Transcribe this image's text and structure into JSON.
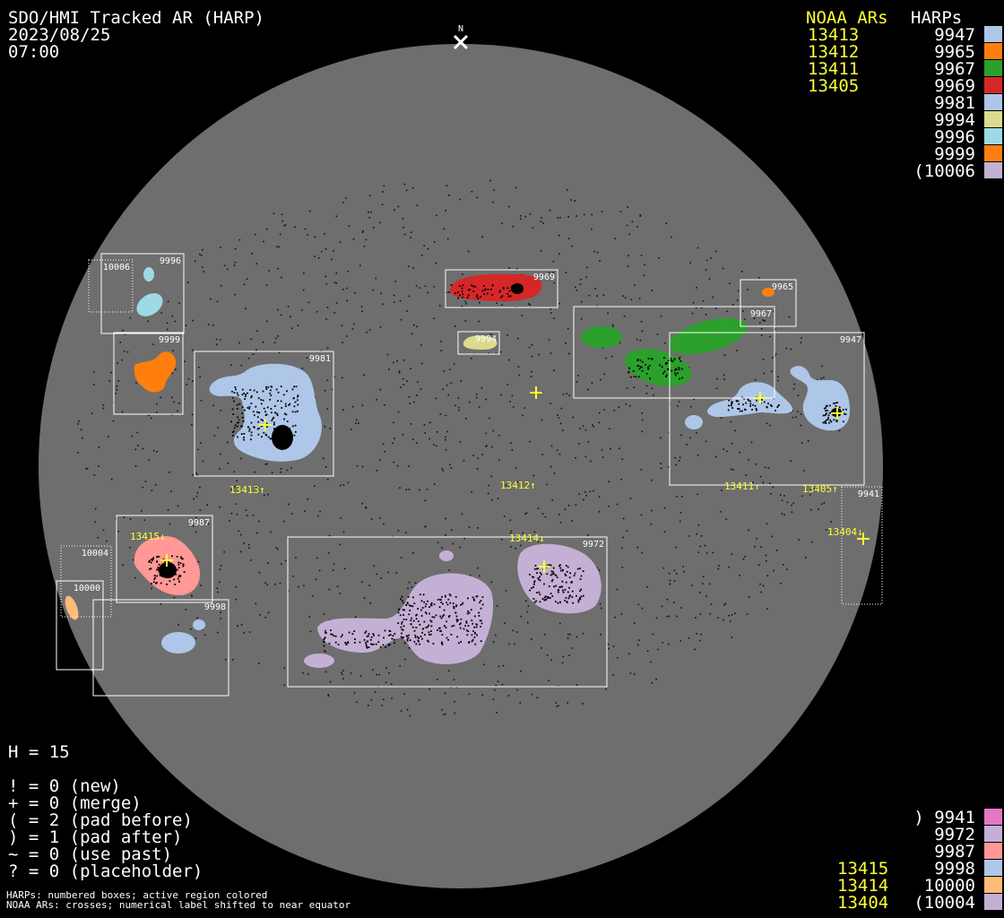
{
  "header": {
    "line1": "SDO/HMI Tracked AR (HARP)",
    "line2": "2023/08/25",
    "line3": "07:00"
  },
  "north_label": "N",
  "legend_top": {
    "noaa_title": "NOAA ARs",
    "harp_title": "HARPs",
    "noaa": [
      "13413",
      "13412",
      "13411",
      "13405"
    ],
    "harps": [
      {
        "label": "9947",
        "color": "#aec7e8"
      },
      {
        "label": "9965",
        "color": "#ff7f0e"
      },
      {
        "label": "9967",
        "color": "#2ca02c"
      },
      {
        "label": "9969",
        "color": "#d62728"
      },
      {
        "label": "9981",
        "color": "#aec7e8"
      },
      {
        "label": "9994",
        "color": "#dbdb8d"
      },
      {
        "label": "9996",
        "color": "#9edae5"
      },
      {
        "label": "9999",
        "color": "#ff7f0e"
      },
      {
        "label": "(10006",
        "color": "#c5b0d5"
      }
    ]
  },
  "legend_bottom": {
    "noaa": [
      "13415",
      "13414",
      "13404"
    ],
    "harps": [
      {
        "label": ") 9941",
        "color": "#e377c2"
      },
      {
        "label": "9972",
        "color": "#c5b0d5"
      },
      {
        "label": "9987",
        "color": "#ff9896"
      },
      {
        "label": "9998",
        "color": "#aec7e8"
      },
      {
        "label": "10000",
        "color": "#ffbb78"
      },
      {
        "label": "(10004",
        "color": "#c5b0d5"
      }
    ]
  },
  "stats": {
    "h": "H = 15",
    "lines": [
      "! = 0 (new)",
      "+ = 0 (merge)",
      "( = 2 (pad before)",
      ") = 1 (pad after)",
      "~ = 0 (use past)",
      "? = 0 (placeholder)"
    ]
  },
  "footnote": {
    "line1": "HARPs: numbered boxes; active region colored",
    "line2": "NOAA ARs: crosses; numerical label shifted to near equator"
  },
  "boxes": [
    {
      "label": "10006",
      "dotted": true
    },
    {
      "label": "9996",
      "dotted": false
    },
    {
      "label": "9969",
      "dotted": false
    },
    {
      "label": "9965",
      "dotted": false
    },
    {
      "label": "9967",
      "dotted": false
    },
    {
      "label": "9994",
      "dotted": false
    },
    {
      "label": "9999",
      "dotted": false
    },
    {
      "label": "9981",
      "dotted": false
    },
    {
      "label": "9947",
      "dotted": false
    },
    {
      "label": "9941",
      "dotted": true
    },
    {
      "label": "9987",
      "dotted": false
    },
    {
      "label": "10004",
      "dotted": true
    },
    {
      "label": "10000",
      "dotted": false
    },
    {
      "label": "9998",
      "dotted": false
    },
    {
      "label": "9972",
      "dotted": false
    }
  ],
  "noaa_labels": [
    "13413↑",
    "13412↑",
    "13411↑",
    "13405↑",
    "13415↓",
    "13414↓",
    "13404↓"
  ],
  "colors": {
    "disk": "#6e6e6e",
    "noaa": "#ffff33",
    "box": "#ffffff",
    "background": "#000000"
  }
}
